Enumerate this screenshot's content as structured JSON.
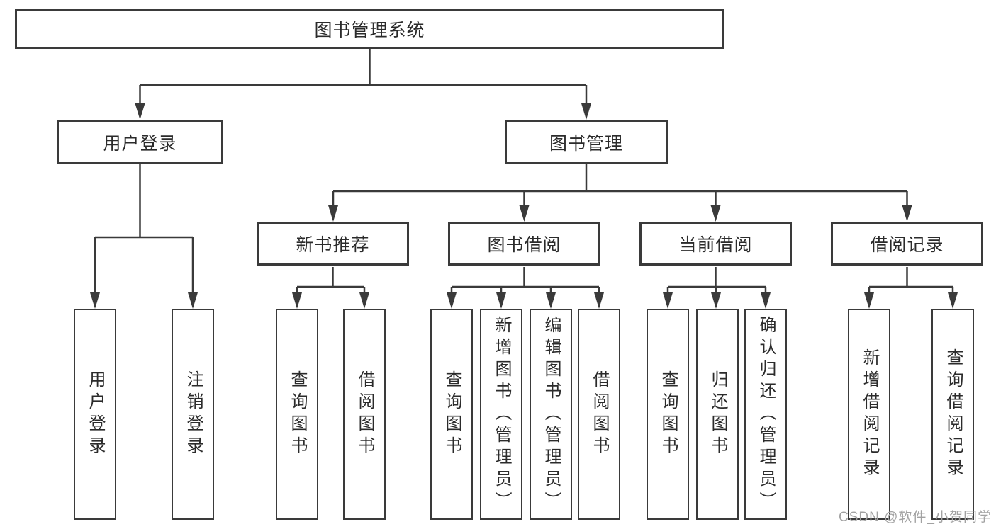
{
  "tree": {
    "label": "图书管理系统",
    "children": [
      {
        "label": "用户登录",
        "children": [
          {
            "label": "用户登录"
          },
          {
            "label": "注销登录"
          }
        ]
      },
      {
        "label": "图书管理",
        "children": [
          {
            "label": "新书推荐",
            "children": [
              {
                "label": "查询图书"
              },
              {
                "label": "借阅图书"
              }
            ]
          },
          {
            "label": "图书借阅",
            "children": [
              {
                "label": "查询图书"
              },
              {
                "label": "新增图书（管理员）"
              },
              {
                "label": "编辑图书（管理员）"
              },
              {
                "label": "借阅图书"
              }
            ]
          },
          {
            "label": "当前借阅",
            "children": [
              {
                "label": "查询图书"
              },
              {
                "label": "归还图书"
              },
              {
                "label": "确认归还（管理员）"
              }
            ]
          },
          {
            "label": "借阅记录",
            "children": [
              {
                "label": "新增借阅记录"
              },
              {
                "label": "查询借阅记录"
              }
            ]
          }
        ]
      }
    ]
  },
  "watermark": {
    "text": "CSDN @软件_小贺同学"
  },
  "colors": {
    "line": "#3a3a3a",
    "text": "#2b2b2b",
    "watermark": "#a2a2a2",
    "background": "#ffffff"
  }
}
